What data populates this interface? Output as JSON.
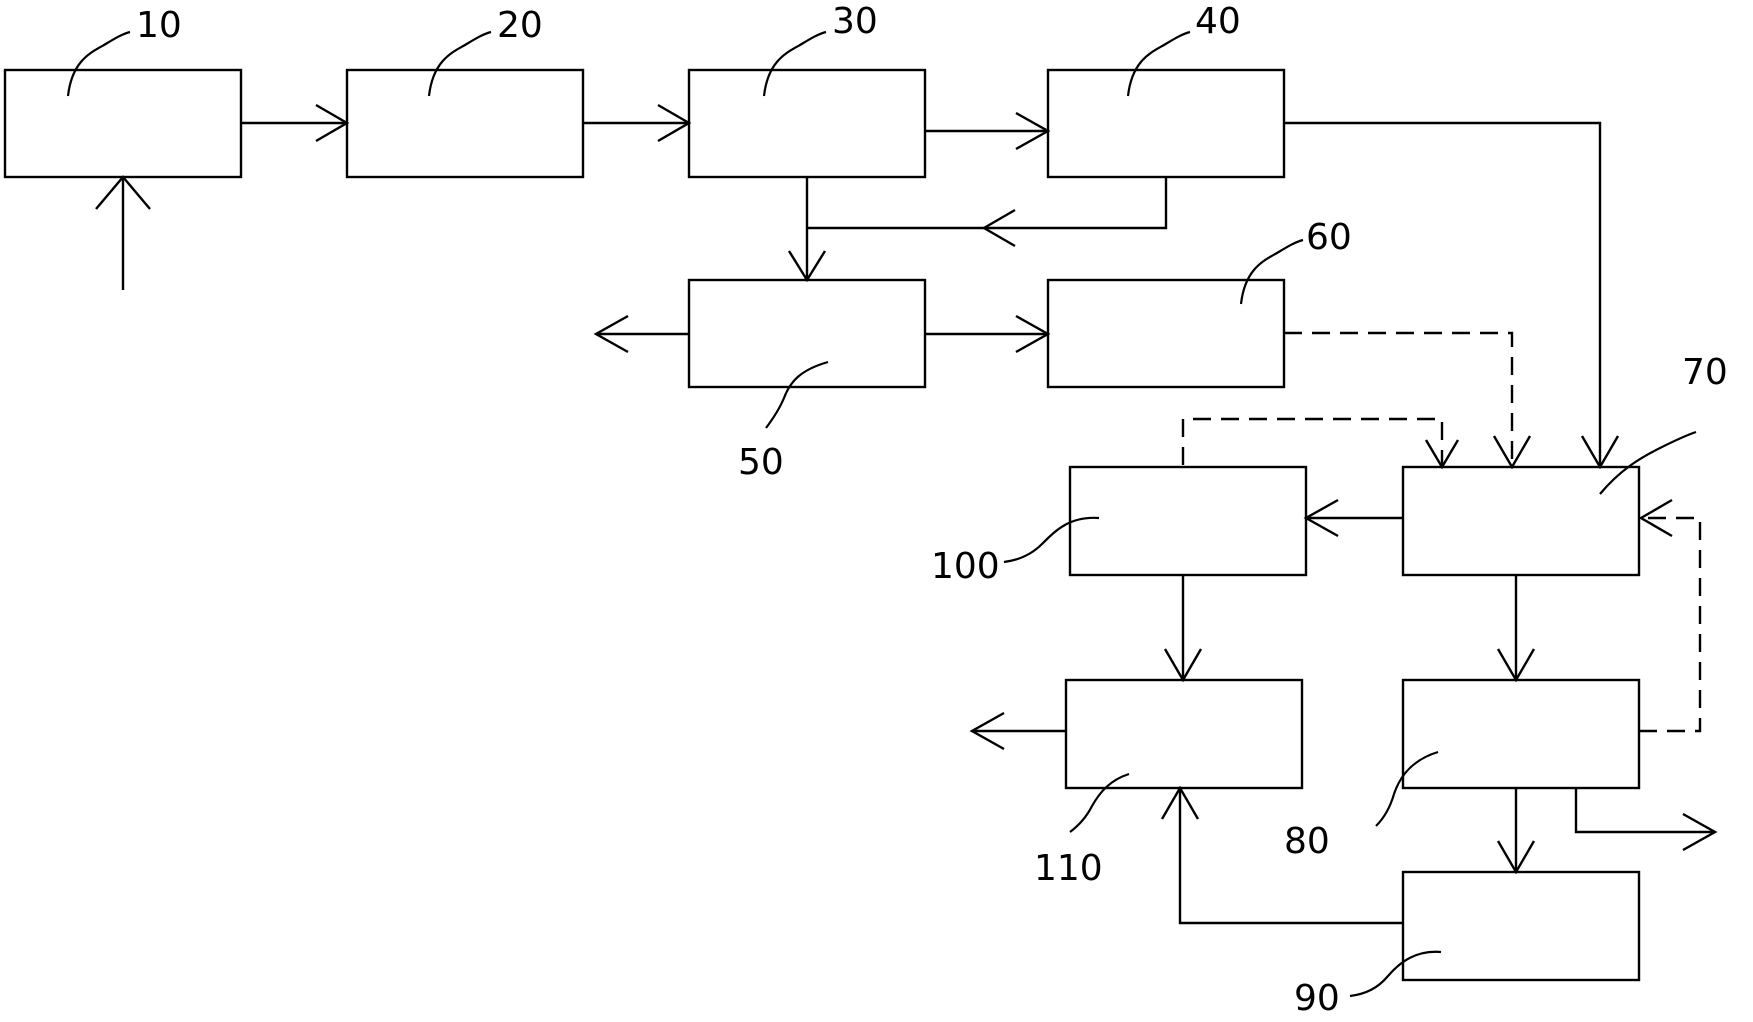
{
  "diagram": {
    "labels": {
      "n10": "10",
      "n20": "20",
      "n30": "30",
      "n40": "40",
      "n50": "50",
      "n60": "60",
      "n70": "70",
      "n80": "80",
      "n90": "90",
      "n100": "100",
      "n110": "110"
    }
  }
}
